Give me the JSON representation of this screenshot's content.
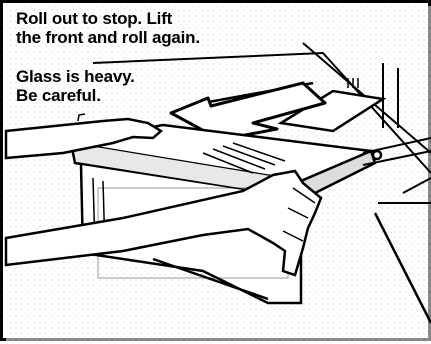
{
  "instructions": {
    "step": "Roll out to stop. Lift\nthe front and roll again.",
    "warning": "Glass is heavy.\nBe careful."
  },
  "colors": {
    "ink": "#000000",
    "paper": "#ffffff"
  },
  "icons": [
    "direction-arrow",
    "glass-shelf",
    "crisper-drawer",
    "hands"
  ]
}
